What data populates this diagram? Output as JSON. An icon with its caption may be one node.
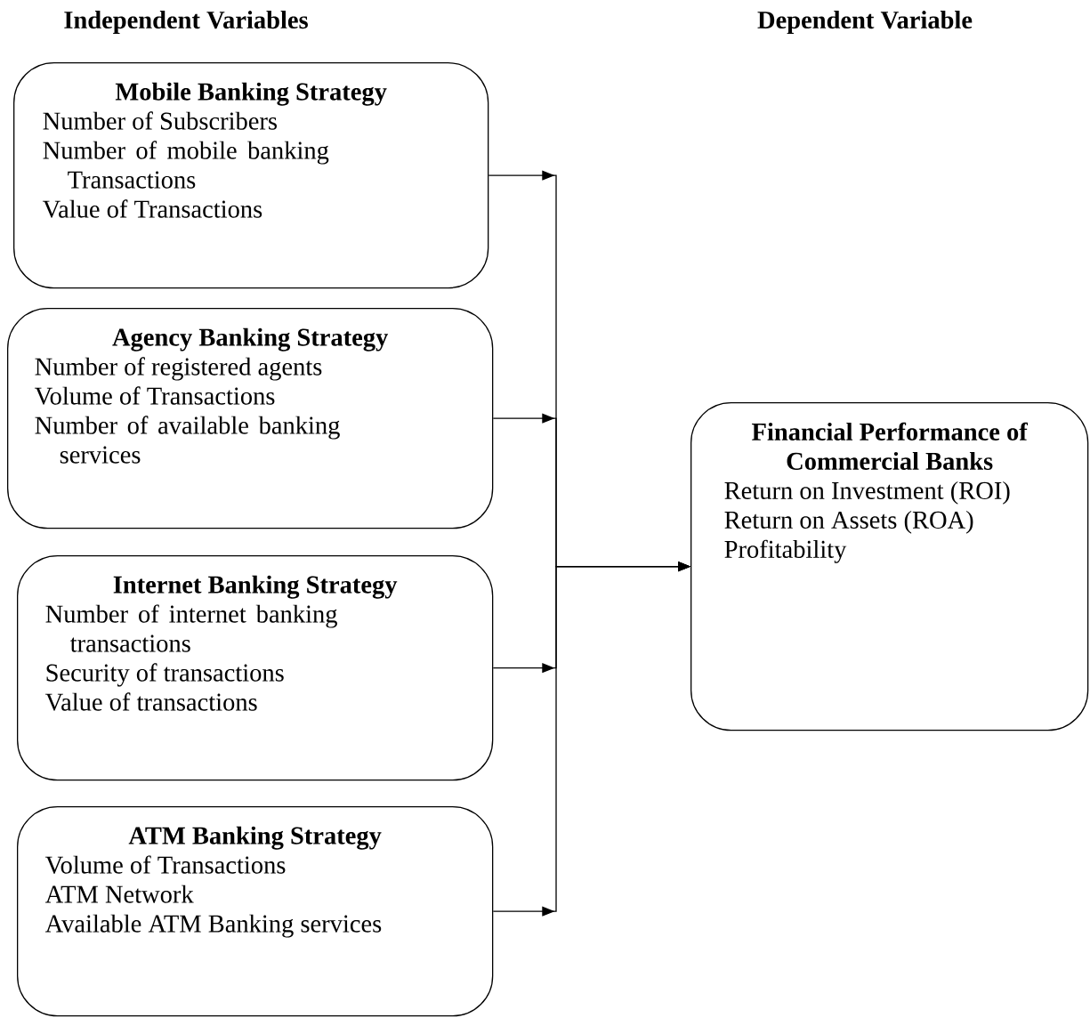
{
  "diagram": {
    "nodes": [
      {
        "text": [
          "Mobile Banking Strategy",
          "Number of Subscribers",
          "Number of mobile banking Transactions",
          "Value of Transactions"
        ]
      },
      {
        "text": [
          "Agency Banking Strategy",
          "Number of registered agents",
          "Volume of Transactions",
          "Number of available banking services"
        ]
      },
      {
        "text": [
          "Internet Banking Strategy",
          "Number of internet banking transactions",
          "Security of transactions",
          "Value of transactions"
        ]
      },
      {
        "text": [
          "ATM Banking Strategy",
          "Volume of Transactions",
          "ATM Network",
          "Available ATM Banking services"
        ]
      },
      {
        "text": [
          "Financial Performance of Commercial Banks",
          "Return on Investment (ROI)",
          "Return on Assets (ROA)",
          "Profitability"
        ]
      }
    ],
    "edges": [
      {
        "from": 0,
        "to": 4,
        "arrow": "to"
      },
      {
        "from": 1,
        "to": 4,
        "arrow": "to"
      },
      {
        "from": 2,
        "to": 4,
        "arrow": "to"
      },
      {
        "from": 3,
        "to": 4,
        "arrow": "to"
      }
    ],
    "labels": [
      "Independent Variables",
      "Dependent Variable"
    ]
  }
}
